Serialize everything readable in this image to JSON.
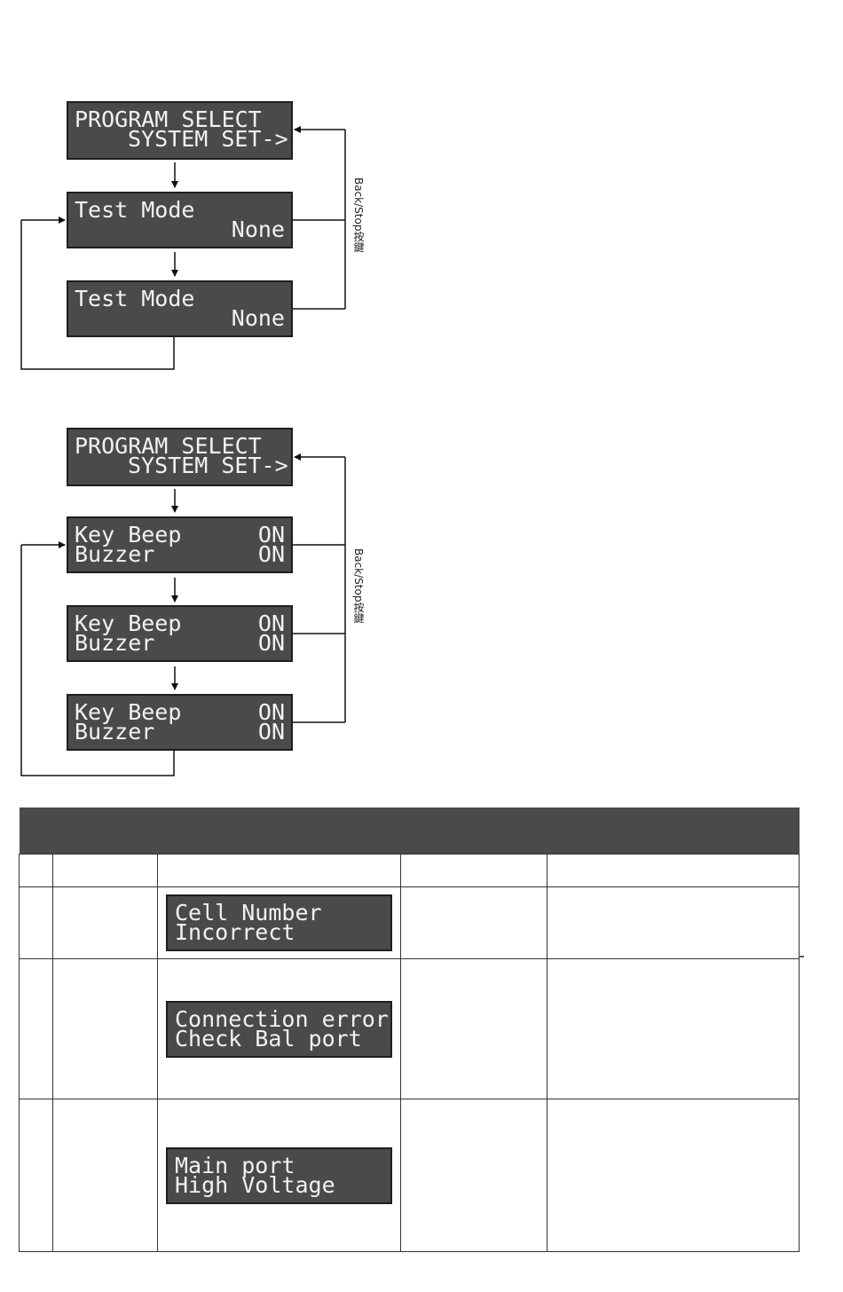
{
  "flow1": {
    "start": {
      "line1": "PROGRAM SELECT",
      "line2": "SYSTEM SET->"
    },
    "steps": [
      {
        "line1": "Test Mode",
        "line2": "None"
      },
      {
        "line1": "Test Mode",
        "line2": "None"
      }
    ],
    "back_label": "Back/Stop按鍵"
  },
  "flow2": {
    "start": {
      "line1": "PROGRAM SELECT",
      "line2": "SYSTEM SET->"
    },
    "steps": [
      {
        "left1": "Key Beep",
        "right1": "ON",
        "left2": "Buzzer",
        "right2": "ON"
      },
      {
        "left1": "Key Beep",
        "right1": "ON",
        "left2": "Buzzer",
        "right2": "ON"
      },
      {
        "left1": "Key Beep",
        "right1": "ON",
        "left2": "Buzzer",
        "right2": "ON"
      }
    ],
    "back_label": "Back/Stop按鍵"
  },
  "error_table": {
    "rows": [
      {
        "line1": "Cell Number",
        "line2": "Incorrect"
      },
      {
        "line1": "Connection error",
        "line2": "Check Bal port"
      },
      {
        "line1": "Main port",
        "line2": "High Voltage"
      }
    ]
  }
}
